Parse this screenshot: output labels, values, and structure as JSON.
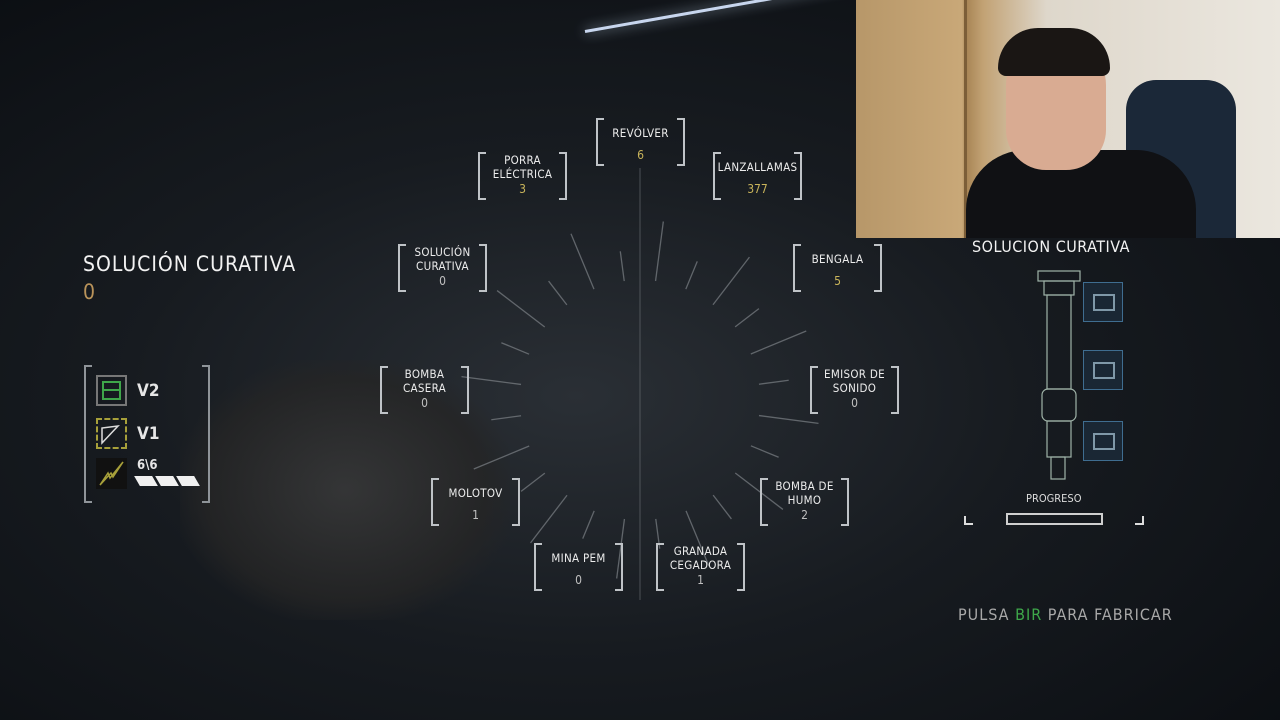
{
  "left_panel": {
    "title": "SOLUCIÓN CURATIVA",
    "count": "0",
    "stats": [
      {
        "icon": "upgrade-v2-icon",
        "label": "V2"
      },
      {
        "icon": "upgrade-v1-icon",
        "label": "V1"
      },
      {
        "icon": "energy-icon",
        "label": "6\\6",
        "bar_fraction": 1.0
      }
    ]
  },
  "wheel": [
    {
      "label": "REVÓLVER",
      "value": "6",
      "highlight": true
    },
    {
      "label": "PORRA ELÉCTRICA",
      "value": "3",
      "highlight": true
    },
    {
      "label": "LANZALLAMAS",
      "value": "377",
      "highlight": true
    },
    {
      "label": "SOLUCIÓN CURATIVA",
      "value": "0",
      "highlight": false
    },
    {
      "label": "BENGALA",
      "value": "5",
      "highlight": true
    },
    {
      "label": "BOMBA CASERA",
      "value": "0",
      "highlight": false
    },
    {
      "label": "EMISOR DE SONIDO",
      "value": "0",
      "highlight": false
    },
    {
      "label": "MOLOTOV",
      "value": "1",
      "highlight": false
    },
    {
      "label": "BOMBA DE HUMO",
      "value": "2",
      "highlight": false
    },
    {
      "label": "MINA PEM",
      "value": "0",
      "highlight": false
    },
    {
      "label": "GRANADA CEGADORA",
      "value": "1",
      "highlight": false
    }
  ],
  "crafting": {
    "title": "SOLUCION CURATIVA",
    "progress_label": "PROGRESO",
    "progress": 0,
    "hint": {
      "pre": "PULSA",
      "key": "BIR",
      "post": "PARA FABRICAR"
    }
  },
  "colors": {
    "highlight": "#c9b45a",
    "key": "#3ea84a",
    "hud_green": "#3fa64a"
  }
}
